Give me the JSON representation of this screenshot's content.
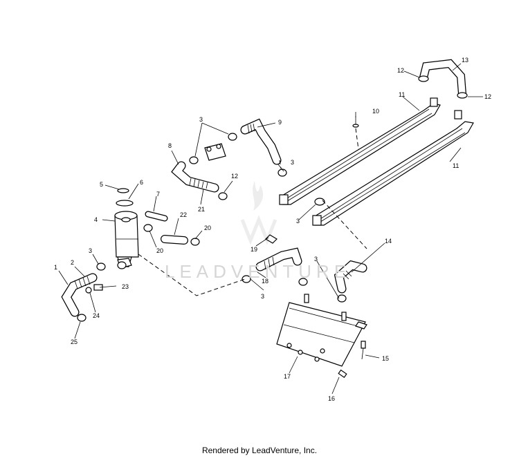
{
  "watermark_text": "LEADVENTURE",
  "footer_text": "Rendered by LeadVenture, Inc.",
  "callouts": {
    "c1": "1",
    "c2": "2",
    "c3a": "3",
    "c3b": "3",
    "c3c": "3",
    "c3d": "3",
    "c3e": "3",
    "c3f": "3",
    "c4": "4",
    "c5": "5",
    "c6": "6",
    "c7": "7",
    "c8": "8",
    "c9": "9",
    "c10": "10",
    "c11a": "11",
    "c11b": "11",
    "c12a": "12",
    "c12b": "12",
    "c12c": "12",
    "c13": "13",
    "c14": "14",
    "c15": "15",
    "c16": "16",
    "c17": "17",
    "c18": "18",
    "c19": "19",
    "c20a": "20",
    "c20b": "20",
    "c21": "21",
    "c22": "22",
    "c23": "23",
    "c24": "24",
    "c25": "25"
  }
}
